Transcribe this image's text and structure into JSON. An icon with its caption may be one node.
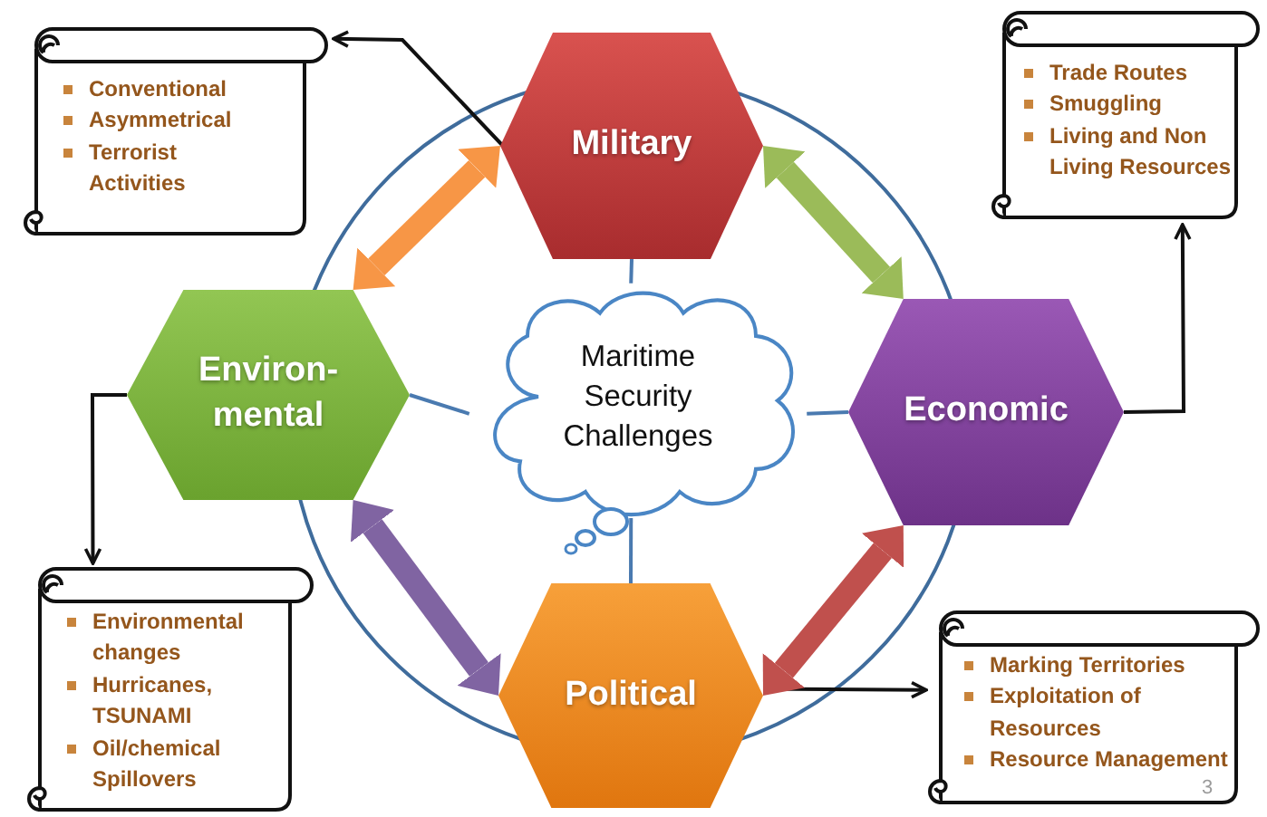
{
  "diagram": {
    "nodes": [
      {
        "text": [
          "Military"
        ]
      },
      {
        "text": [
          "Economic"
        ]
      },
      {
        "text": [
          "Political"
        ]
      },
      {
        "text": [
          "Environ-mental"
        ]
      },
      {
        "text": [
          "Maritime Security Challenges"
        ]
      },
      {
        "text": [
          "Conventional",
          "Asymmetrical",
          "Terrorist Activities"
        ]
      },
      {
        "text": [
          "Trade Routes",
          "Smuggling",
          "Living and Non Living Resources"
        ]
      },
      {
        "text": [
          "Marking Territories",
          "Exploitation of Resources",
          "Resource Management"
        ]
      },
      {
        "text": [
          "Environmental changes",
          "Hurricanes, TSUNAMI",
          "Oil/chemical Spillovers"
        ]
      }
    ],
    "edges": [
      {
        "from": 0,
        "to": 5,
        "arrow": "to"
      },
      {
        "from": 1,
        "to": 6,
        "arrow": "to"
      },
      {
        "from": 2,
        "to": 7,
        "arrow": "to"
      },
      {
        "from": 3,
        "to": 8,
        "arrow": "to"
      },
      {
        "from": 3,
        "to": 0,
        "arrow": "both",
        "style": "thick",
        "color": "#f79646"
      },
      {
        "from": 0,
        "to": 1,
        "arrow": "both",
        "style": "thick",
        "color": "#9bbb59"
      },
      {
        "from": 1,
        "to": 2,
        "arrow": "both",
        "style": "thick",
        "color": "#c0504d"
      },
      {
        "from": 2,
        "to": 3,
        "arrow": "both",
        "style": "thick",
        "color": "#8064a2"
      },
      {
        "from": 4,
        "to": 0,
        "arrow": "none",
        "color": "#4a7ab0"
      },
      {
        "from": 4,
        "to": 1,
        "arrow": "none",
        "color": "#4a7ab0"
      },
      {
        "from": 4,
        "to": 2,
        "arrow": "none",
        "color": "#4a7ab0"
      },
      {
        "from": 4,
        "to": 3,
        "arrow": "none",
        "color": "#4a7ab0"
      }
    ],
    "labels": [
      "3"
    ]
  }
}
